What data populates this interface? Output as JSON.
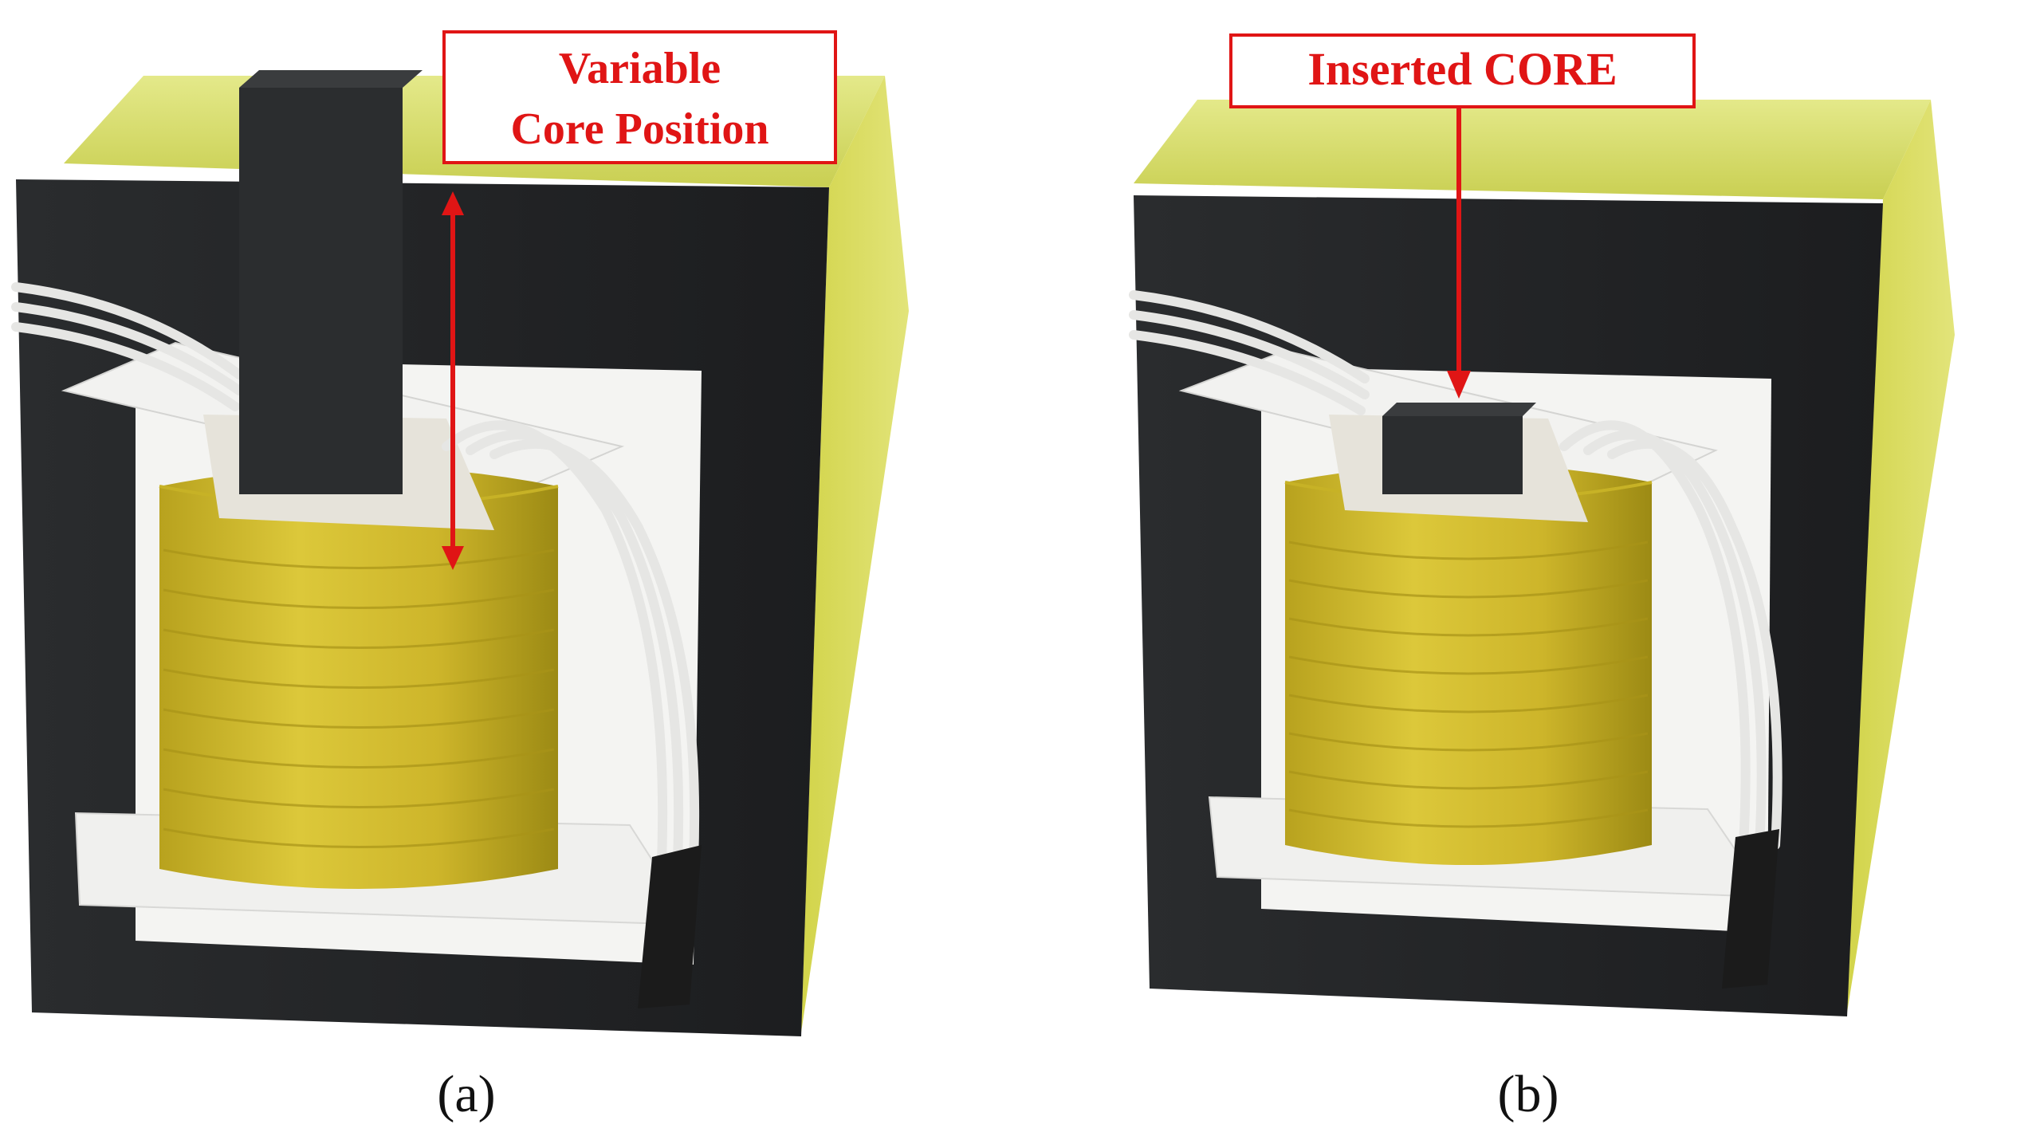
{
  "panels": [
    {
      "id": "a",
      "caption": "(a)",
      "callout_lines": [
        "Variable",
        "Core Position"
      ]
    },
    {
      "id": "b",
      "caption": "(b)",
      "callout_lines": [
        "Inserted CORE"
      ]
    }
  ],
  "colors": {
    "annotation_red": "#e01515",
    "ferrite_core": "#2a2c2e",
    "yellow_tape": "#d8d63a",
    "bobbin_white": "#f2f2f0",
    "wire_white": "#e8e8e6"
  }
}
